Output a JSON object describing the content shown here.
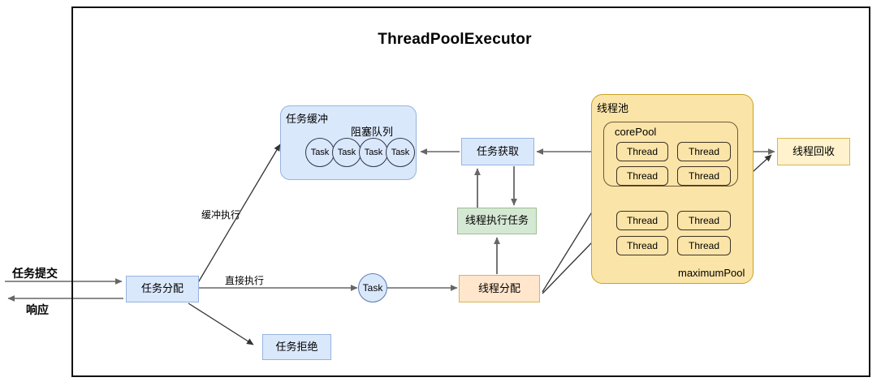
{
  "diagram": {
    "title": "ThreadPoolExecutor",
    "frame_name": "executor-boundary"
  },
  "colors": {
    "blue_fill": "#dae8fc",
    "blue_stroke": "#96b3dd",
    "green_fill": "#d5e8d4",
    "green_stroke": "#9cc08f",
    "orange_fill": "#ffe6cc",
    "yellow_fill": "#fff2cc",
    "yellow_stroke": "#d6b656",
    "pool_fill": "#fbe4a8",
    "pool_stroke": "#c9a227",
    "arrow_gray": "#666666",
    "arrow_dark": "#333333",
    "frame_stroke": "#111111"
  },
  "inputs": {
    "submit_label": "任务提交",
    "response_label": "响应"
  },
  "nodes": {
    "task_dispatch": "任务分配",
    "task_reject": "任务拒绝",
    "task_node": "Task",
    "task_fetch": "任务获取",
    "thread_execute_task": "线程执行任务",
    "thread_dispatch": "线程分配",
    "thread_recycle": "线程回收"
  },
  "task_buffer": {
    "title": "任务缓冲",
    "queue_label": "阻塞队列",
    "tasks": [
      "Task",
      "Task",
      "Task",
      "Task"
    ]
  },
  "thread_pool": {
    "title": "线程池",
    "core_pool_label": "corePool",
    "maximum_pool_label": "maximumPool",
    "core_threads": [
      "Thread",
      "Thread",
      "Thread",
      "Thread"
    ],
    "maximum_threads": [
      "Thread",
      "Thread",
      "Thread",
      "Thread"
    ]
  },
  "edges": {
    "buffer_execute": "缓冲执行",
    "direct_execute": "直接执行"
  }
}
